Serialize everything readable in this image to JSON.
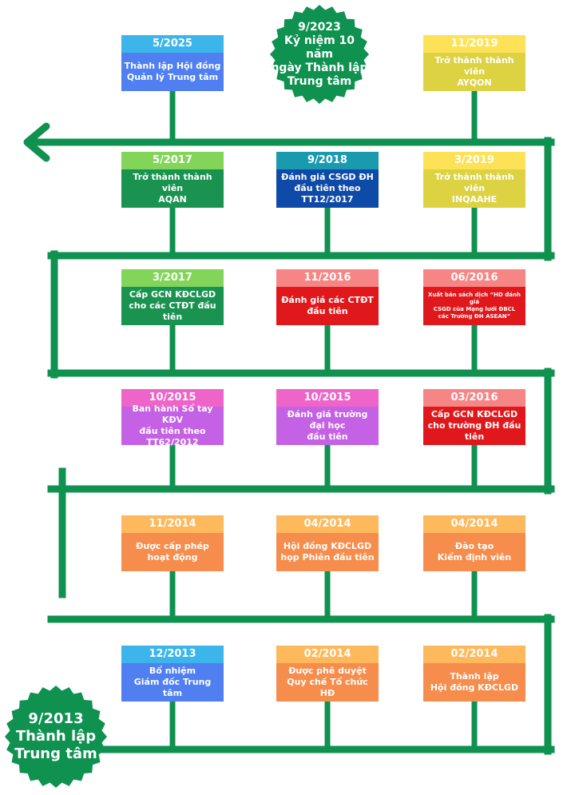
{
  "colors": {
    "line": "#0f9150",
    "badge": "#0f9150"
  },
  "badges": {
    "top": {
      "text": "9/2023\nKỷ niệm 10 năm\nngày Thành lập\nTrung tâm"
    },
    "bottom": {
      "text": "9/2013\nThành lập\nTrung tâm"
    }
  },
  "cards": [
    {
      "date": "5/2025",
      "text": "Thành lập Hội đồng\nQuản lý Trung tâm",
      "date_color": "#3bb5ea",
      "body_color": "#4f7ff1"
    },
    {
      "date": "11/2019",
      "text": "Trở thành thành viên\nAYQON",
      "date_color": "#fde257",
      "body_color": "#dcd242"
    },
    {
      "date": "5/2017",
      "text": "Trở thành thành viên\nAQAN",
      "date_color": "#83d55a",
      "body_color": "#1a9350"
    },
    {
      "date": "9/2018",
      "text": "Đánh giá CSGD ĐH\nđầu tiên theo TT12/2017",
      "date_color": "#1a9aaf",
      "body_color": "#0e4aa8"
    },
    {
      "date": "3/2019",
      "text": "Trở thành thành viên\nINQAAHE",
      "date_color": "#fde257",
      "body_color": "#dcd242"
    },
    {
      "date": "3/2017",
      "text": "Cấp GCN KĐCLGD\ncho các CTĐT đầu tiên",
      "date_color": "#83d55a",
      "body_color": "#1a9350"
    },
    {
      "date": "11/2016",
      "text": "Đánh giá các CTĐT\nđầu tiên",
      "date_color": "#f68686",
      "body_color": "#e0181c"
    },
    {
      "date": "06/2016",
      "text": "Xuất bản sách dịch “HD đánh giá\nCSGD của Mạng lưới ĐBCL\ncác Trường ĐH ASEAN”",
      "date_color": "#f68686",
      "body_color": "#e0181c",
      "small": true
    },
    {
      "date": "10/2015",
      "text": "Ban hành Sổ tay KĐV\nđầu tiên theo TT62/2012",
      "date_color": "#ee64c8",
      "body_color": "#c461e5"
    },
    {
      "date": "10/2015",
      "text": "Đánh giá trường đại học\nđầu tiên",
      "date_color": "#ee64c8",
      "body_color": "#c461e5"
    },
    {
      "date": "03/2016",
      "text": "Cấp GCN KĐCLGD\ncho trường ĐH đầu tiên",
      "date_color": "#f68686",
      "body_color": "#e0181c"
    },
    {
      "date": "11/2014",
      "text": "Được cấp phép\nhoạt động",
      "date_color": "#fdb95c",
      "body_color": "#f68d4c"
    },
    {
      "date": "04/2014",
      "text": "Hội đồng KĐCLGD\nhọp Phiên đầu tiên",
      "date_color": "#fdb95c",
      "body_color": "#f68d4c"
    },
    {
      "date": "04/2014",
      "text": "Đào tạo\nKiểm định viên",
      "date_color": "#fdb95c",
      "body_color": "#f68d4c"
    },
    {
      "date": "12/2013",
      "text": "Bổ nhiệm\nGiám đốc Trung tâm",
      "date_color": "#3bb5ea",
      "body_color": "#4f7ff1"
    },
    {
      "date": "02/2014",
      "text": "Được phê duyệt\nQuy chế Tổ chức HĐ",
      "date_color": "#fdb95c",
      "body_color": "#f68d4c"
    },
    {
      "date": "02/2014",
      "text": "Thành lập\nHội đồng KĐCLGD",
      "date_color": "#fdb95c",
      "body_color": "#f68d4c"
    }
  ]
}
